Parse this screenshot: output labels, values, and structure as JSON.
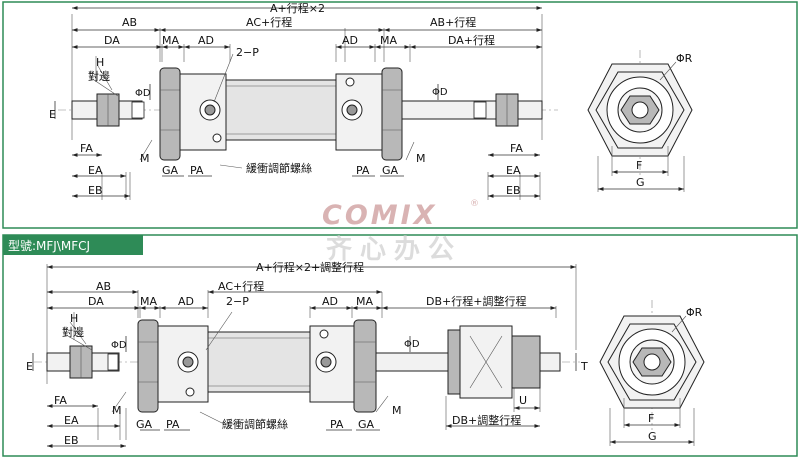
{
  "section_label": "型號:MFJ\\MFCJ",
  "watermark": {
    "brand": "COMIX",
    "registered": "®",
    "cn": "齐心办公"
  },
  "top": {
    "overall": "A+行程×2",
    "ab": "AB",
    "ac": "AC+行程",
    "ab_stroke": "AB+行程",
    "da": "DA",
    "ma": "MA",
    "ad": "AD",
    "port": "2−P",
    "da_stroke": "DA+行程",
    "h": "H",
    "flats": "對邊",
    "phi_d": "ΦD",
    "e": "E",
    "fa": "FA",
    "m": "M",
    "ga": "GA",
    "pa": "PA",
    "cushion": "緩衝調節螺絲",
    "ea": "EA",
    "eb": "EB",
    "phi_r": "ΦR",
    "f": "F",
    "g": "G"
  },
  "bottom": {
    "overall": "A+行程×2+調整行程",
    "ab": "AB",
    "ac": "AC+行程",
    "da": "DA",
    "ma": "MA",
    "ad": "AD",
    "port": "2−P",
    "db": "DB+行程+調整行程",
    "h": "H",
    "flats": "對邊",
    "phi_d": "ΦD",
    "e": "E",
    "t": "T",
    "fa": "FA",
    "m": "M",
    "ga": "GA",
    "pa": "PA",
    "cushion": "緩衝調節螺絲",
    "u": "U",
    "db_adj": "DB+調整行程",
    "ea": "EA",
    "eb": "EB",
    "phi_r": "ΦR",
    "f": "F",
    "g": "G"
  }
}
